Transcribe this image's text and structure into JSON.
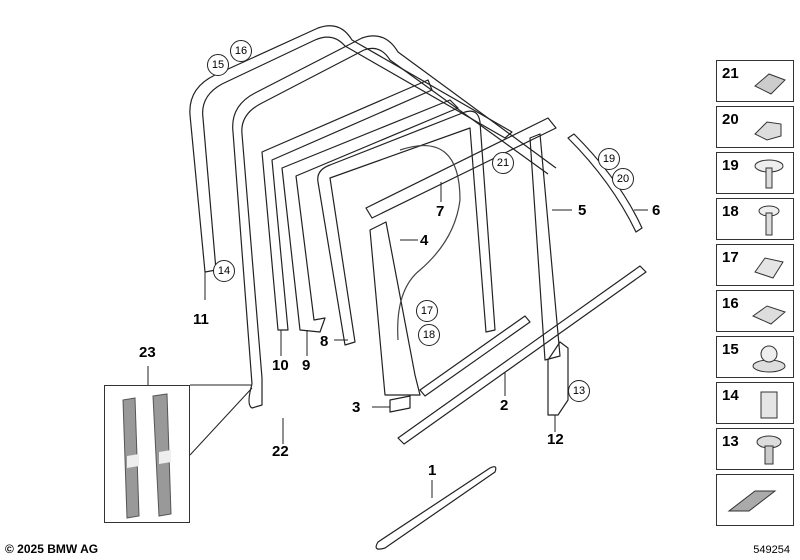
{
  "diagram": {
    "part_labels": [
      "1",
      "2",
      "3",
      "4",
      "5",
      "6",
      "7",
      "8",
      "9",
      "10",
      "11",
      "12",
      "22",
      "23"
    ],
    "circled_labels": [
      "15",
      "16",
      "14",
      "21",
      "19",
      "20",
      "17",
      "18",
      "13"
    ],
    "legend": [
      {
        "label": "21",
        "icon": "clip-icon"
      },
      {
        "label": "20",
        "icon": "bracket-clip-icon"
      },
      {
        "label": "19",
        "icon": "screw-icon"
      },
      {
        "label": "18",
        "icon": "screw-icon"
      },
      {
        "label": "17",
        "icon": "clip-icon"
      },
      {
        "label": "16",
        "icon": "clip-icon"
      },
      {
        "label": "15",
        "icon": "retainer-icon"
      },
      {
        "label": "14",
        "icon": "clip-icon"
      },
      {
        "label": "13",
        "icon": "screw-icon"
      }
    ],
    "copyright": "© 2025 BMW AG",
    "diagram_id": "549254"
  }
}
